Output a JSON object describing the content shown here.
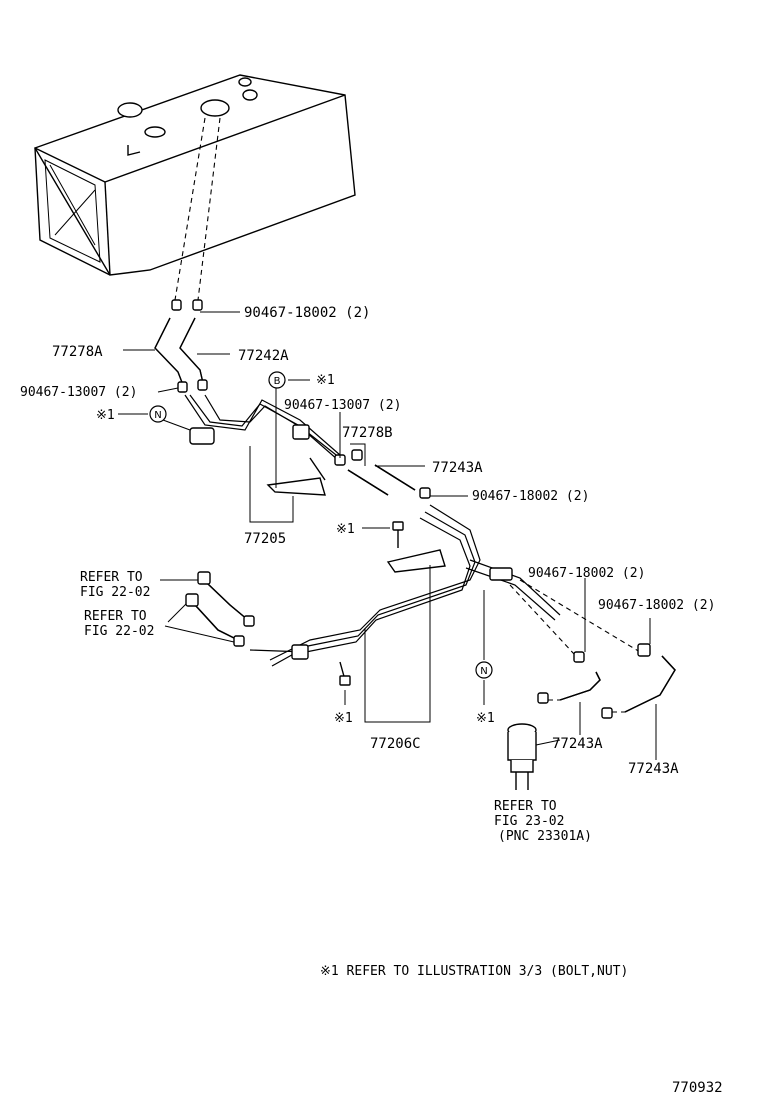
{
  "labels": {
    "clamp_18002_top": "90467-18002 (2)",
    "hose_77278A": "77278A",
    "hose_77242A": "77242A",
    "clamp_13007_left": "90467-13007 (2)",
    "note1_b": "※1",
    "circle_b": "B",
    "note1_n_left": "※1",
    "circle_n_left": "N",
    "clamp_13007_mid": "90467-13007 (2)",
    "hose_77278B": "77278B",
    "hose_77243A_mid": "77243A",
    "clamp_18002_mid": "90467-18002 (2)",
    "tube_77205": "77205",
    "note1_bolt_mid": "※1",
    "clamp_18002_right1": "90467-18002 (2)",
    "clamp_18002_right2": "90467-18002 (2)",
    "refer1_line1": "REFER TO",
    "refer1_line2": "FIG 22-02",
    "refer2_line1": "REFER TO",
    "refer2_line2": "FIG 22-02",
    "circle_n_right": "N",
    "note1_bolt_low": "※1",
    "note1_n_right": "※1",
    "tube_77206C": "77206C",
    "hose_77243A_low1": "77243A",
    "hose_77243A_low2": "77243A",
    "refer3_line1": "REFER TO",
    "refer3_line2": "FIG 23-02",
    "refer3_line3": "(PNC 23301A)",
    "footnote": "※1 REFER TO ILLUSTRATION 3/3 (BOLT,NUT)",
    "diagram_id": "770932"
  }
}
